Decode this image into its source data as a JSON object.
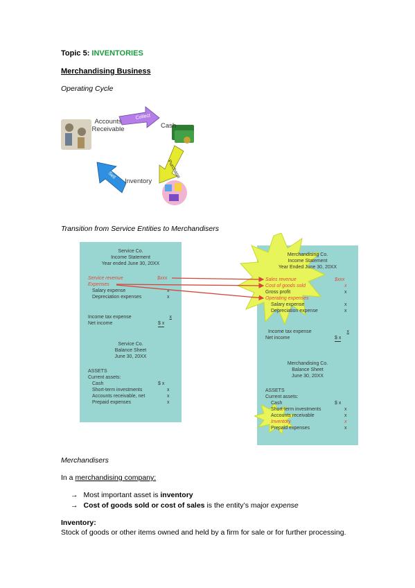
{
  "header": {
    "topic_prefix": "Topic 5:",
    "topic_name": "INVENTORIES",
    "section_title": "Merchandising Business",
    "cycle_title": "Operating Cycle"
  },
  "operating_cycle": {
    "accounts_receivable": "Accounts\nReceivable",
    "cash": "Cash",
    "inventory": "Inventory",
    "arrow_collect": "Collect",
    "arrow_purchase": "Purchase",
    "arrow_sell": "Sell"
  },
  "transition_title": "Transition from Service Entities to Merchandisers",
  "service_panel": {
    "title1": "Service Co.",
    "title2": "Income Statement",
    "title3": "Year ended June 30, 20XX",
    "service_revenue": "Service revenue",
    "service_revenue_val": "$xxx",
    "expenses": "Expenses",
    "salary": "Salary expense",
    "salary_val": "x",
    "depreciation": "Depreciation expenses",
    "depreciation_val": "x",
    "income_tax": "Income tax expense",
    "income_tax_val": "x",
    "net_income": "Net income",
    "net_income_val": "$ x",
    "bs1": "Service Co.",
    "bs2": "Balance Sheet",
    "bs3": "June 30, 20XX",
    "assets": "ASSETS",
    "current_assets": "Current assets:",
    "cash": "Cash",
    "cash_val": "$  x",
    "sti": "Short-term investments",
    "sti_val": "x",
    "ar": "Accounts receivable, net",
    "ar_val": "x",
    "prepaid": "Prepaid expenses",
    "prepaid_val": "x"
  },
  "merch_panel": {
    "title1": "Merchandising Co.",
    "title2": "Income Statement",
    "title3": "Year Ended June 30, 20XX",
    "sales_revenue": "Sales revenue",
    "sales_revenue_val": "$xxx",
    "cogs": "Cost of goods sold",
    "cogs_val": "x",
    "gross_profit": "Gross profit",
    "gross_profit_val": "x",
    "op_expenses": "Operating expenses",
    "salary": "Salary expense",
    "salary_val": "x",
    "depreciation": "Depreciation expense",
    "depreciation_val": "x",
    "income_tax": "Income tax expense",
    "income_tax_val": "x",
    "net_income": "Net income",
    "net_income_val": "$  x",
    "bs1": "Merchandising Co.",
    "bs2": "Balance Sheet",
    "bs3": "June 30, 20XX",
    "assets": "ASSETS",
    "current_assets": "Current assets:",
    "cash": "Cash",
    "cash_val": "$  x",
    "sti": "Short-term investments",
    "sti_val": "x",
    "ar": "Accounts receivable",
    "ar_val": "x",
    "inventory": "Inventory",
    "inventory_val": "x",
    "prepaid": "Prepaid expenses",
    "prepaid_val": "x"
  },
  "body": {
    "merchandisers": "Merchandisers",
    "in_a_prefix": "In a ",
    "in_a_link": "merchandising company:",
    "b1_arrow": "→",
    "b1_text": "Most important asset is ",
    "b1_bold": "inventory",
    "b2_arrow": "→",
    "b2_bold": "Cost of goods sold or cost of sales",
    "b2_text": " is the entity’s major ",
    "b2_italic": "expense",
    "inventory_heading": "Inventory:",
    "inventory_text": "Stock of goods or other items owned and held by a firm for sale or for further processing."
  },
  "colors": {
    "topic_green": "#1a9b3c",
    "panel_teal": "#9ad6d1",
    "red_text": "#e0483a",
    "starburst": "#e8f55a",
    "arrow_purple": "#b57de8",
    "arrow_yellow": "#e6ea2e",
    "arrow_blue": "#2f8fe0"
  }
}
